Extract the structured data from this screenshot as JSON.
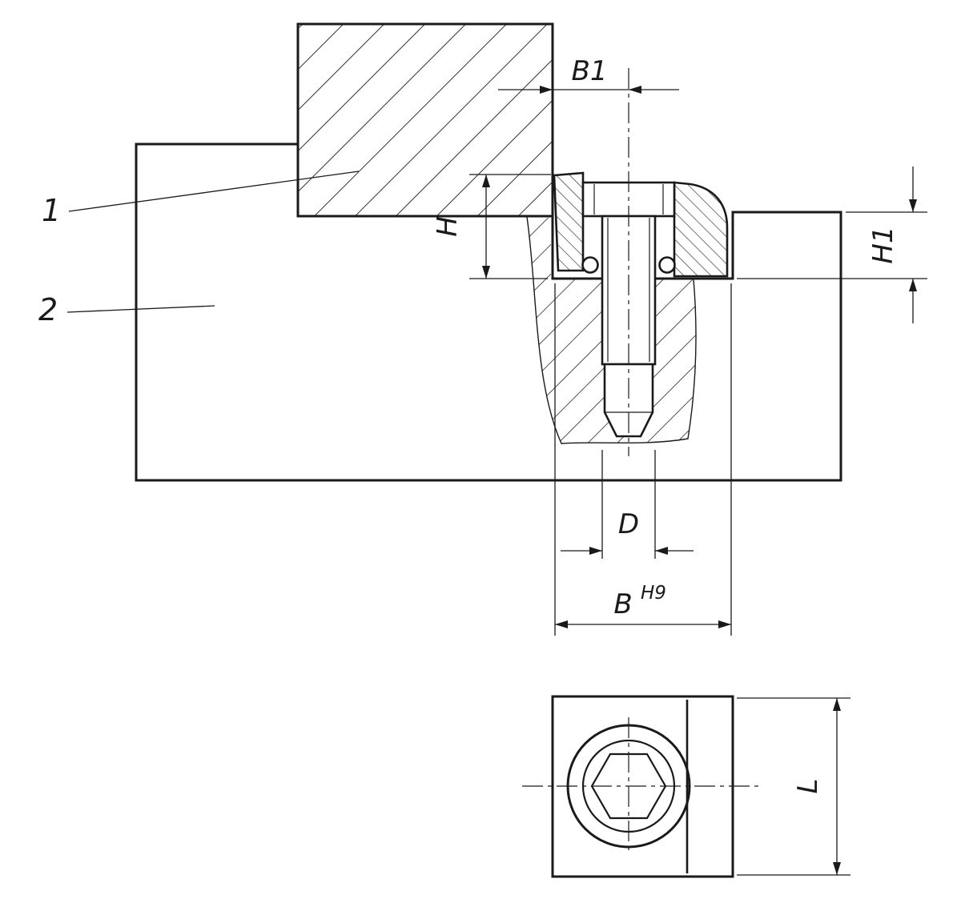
{
  "colors": {
    "ink": "#1a1a1a",
    "paper": "#ffffff"
  },
  "section_view": {
    "callout_1": "1",
    "callout_2": "2",
    "dim_b1": "B1",
    "dim_h": "H",
    "dim_h1": "H1",
    "dim_d": "D",
    "dim_b": "B",
    "dim_b_tolerance": "H9"
  },
  "top_view": {
    "dim_l": "L"
  }
}
